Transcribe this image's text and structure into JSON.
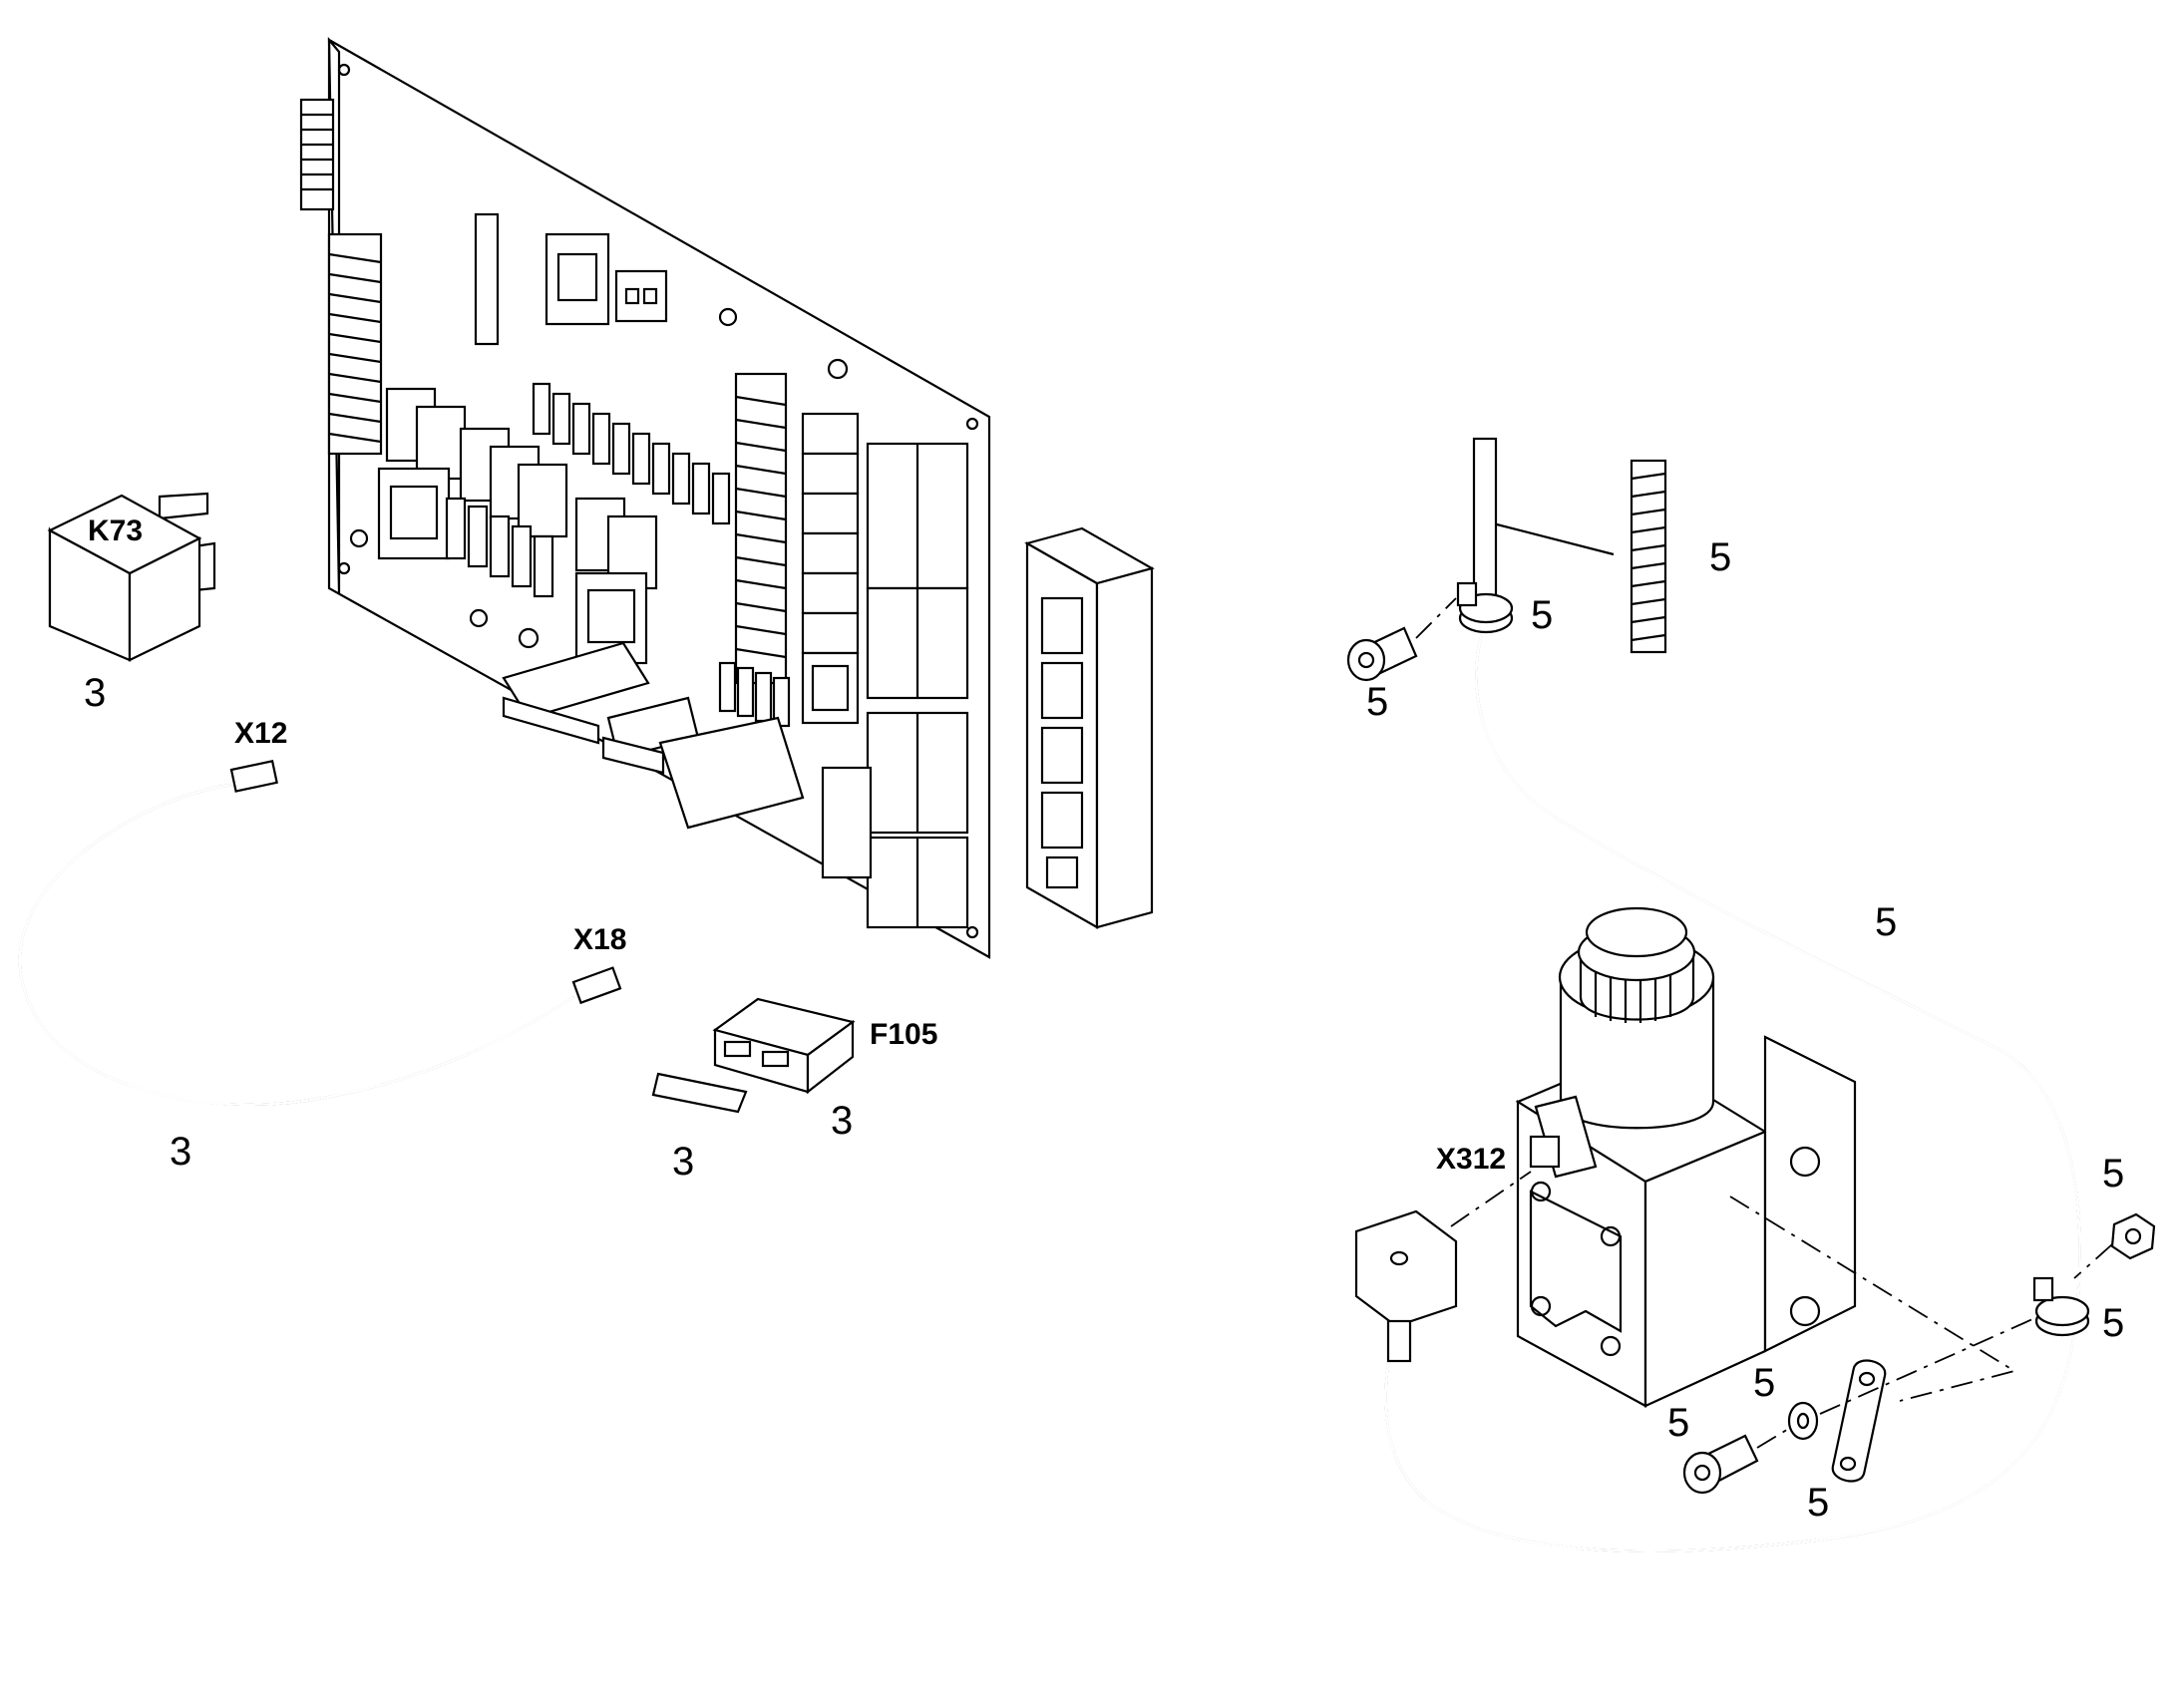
{
  "labels": {
    "k73": "K73",
    "x12": "X12",
    "x18": "X18",
    "f105": "F105",
    "x312": "X312",
    "item_relay": "3",
    "item_cable": "3",
    "item_strip": "3",
    "item_fuse": "3",
    "item_sleeve": "5",
    "item_clamp_top": "5",
    "item_screw_top": "5",
    "item_harness": "5",
    "item_nut": "5",
    "item_clamp_right": "5",
    "item_washer": "5",
    "item_screw_bottom": "5",
    "item_plate": "5"
  }
}
